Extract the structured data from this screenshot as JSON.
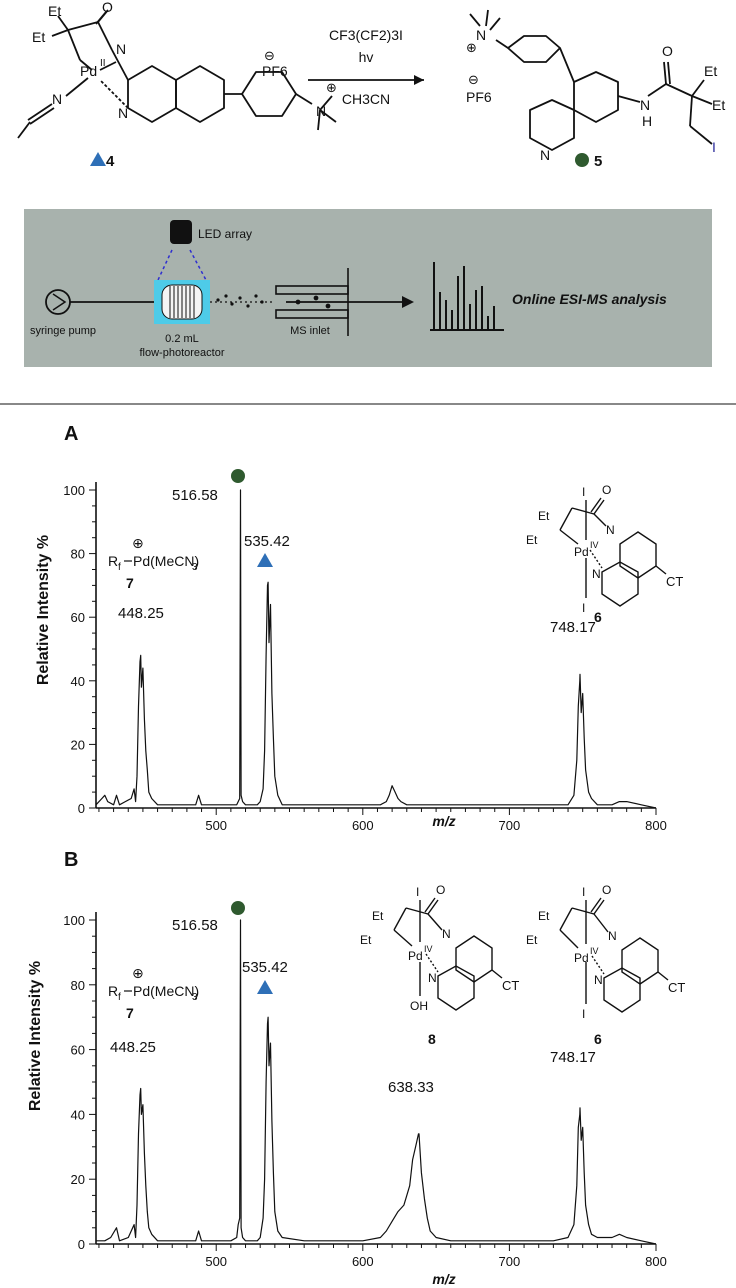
{
  "scheme": {
    "reagent_line1": "CF3(CF2)3I",
    "reagent_line2": "hv",
    "reagent_line3": "CH3CN",
    "reactant_label": "4",
    "product_label": "5",
    "reactant_counterion": "PF6",
    "product_counterion": "PF6",
    "triangle_color": "#2e6fb7",
    "circle_color": "#2f5a2f"
  },
  "setup": {
    "background_color": "#a8b2ad",
    "led_label": "LED array",
    "pump_label": "syringe pump",
    "reactor_label_line1": "0.2 mL",
    "reactor_label_line2": "flow-photoreactor",
    "ms_label": "MS inlet",
    "analysis_label": "Online ESI-MS analysis"
  },
  "chart_data": [
    {
      "type": "line",
      "panel": "A",
      "xlabel": "m/z",
      "ylabel": "Relative Intensity %",
      "xlim": [
        418,
        800
      ],
      "ylim": [
        0,
        100
      ],
      "x_ticks": [
        500,
        600,
        700,
        800
      ],
      "y_ticks": [
        0,
        20,
        40,
        60,
        80,
        100
      ],
      "series": [
        {
          "points": [
            [
              418,
              1
            ],
            [
              422,
              3
            ],
            [
              424,
              4
            ],
            [
              426,
              2
            ],
            [
              430,
              1
            ],
            [
              432,
              4
            ],
            [
              434,
              1
            ],
            [
              438,
              2
            ],
            [
              442,
              3
            ],
            [
              444,
              6
            ],
            [
              445,
              2
            ],
            [
              446,
              10
            ],
            [
              447,
              32
            ],
            [
              448,
              46
            ],
            [
              448.5,
              48
            ],
            [
              449,
              38
            ],
            [
              450,
              44
            ],
            [
              451,
              28
            ],
            [
              452,
              18
            ],
            [
              453,
              12
            ],
            [
              454,
              5
            ],
            [
              456,
              3
            ],
            [
              460,
              1
            ],
            [
              470,
              1
            ],
            [
              480,
              1
            ],
            [
              486,
              1
            ],
            [
              488,
              4
            ],
            [
              490,
              1
            ],
            [
              500,
              1
            ],
            [
              510,
              1
            ],
            [
              514,
              1
            ],
            [
              515,
              2
            ],
            [
              516,
              3
            ],
            [
              516.58,
              100
            ],
            [
              517,
              4
            ],
            [
              518,
              2
            ],
            [
              520,
              1
            ],
            [
              528,
              1
            ],
            [
              530,
              2
            ],
            [
              532,
              6
            ],
            [
              533,
              18
            ],
            [
              534,
              48
            ],
            [
              535,
              70
            ],
            [
              535.42,
              71
            ],
            [
              536,
              52
            ],
            [
              537,
              64
            ],
            [
              538,
              36
            ],
            [
              539,
              22
            ],
            [
              540,
              10
            ],
            [
              542,
              4
            ],
            [
              545,
              1
            ],
            [
              560,
              1
            ],
            [
              580,
              1
            ],
            [
              600,
              1
            ],
            [
              612,
              1
            ],
            [
              616,
              2
            ],
            [
              618,
              4
            ],
            [
              620,
              7
            ],
            [
              622,
              5
            ],
            [
              624,
              3
            ],
            [
              626,
              2
            ],
            [
              630,
              1
            ],
            [
              650,
              1
            ],
            [
              700,
              1
            ],
            [
              730,
              1
            ],
            [
              740,
              1
            ],
            [
              744,
              4
            ],
            [
              746,
              15
            ],
            [
              747,
              32
            ],
            [
              748,
              40
            ],
            [
              748.17,
              42
            ],
            [
              749,
              30
            ],
            [
              750,
              36
            ],
            [
              751,
              22
            ],
            [
              752,
              12
            ],
            [
              754,
              5
            ],
            [
              756,
              3
            ],
            [
              760,
              1
            ],
            [
              770,
              1
            ],
            [
              775,
              2
            ],
            [
              780,
              2
            ],
            [
              790,
              1
            ],
            [
              800,
              0
            ]
          ]
        }
      ],
      "peak_labels": [
        "448.25",
        "516.58",
        "535.42",
        "748.17"
      ],
      "annotations": {
        "rf_prefix": "R",
        "rf_sub": "f",
        "pd_complex": "Pd(MeCN)",
        "pd_sub": "3",
        "label7": "7",
        "label6": "6",
        "ct": "CT",
        "et1": "Et",
        "et2": "Et",
        "pd_ox": "IV"
      }
    },
    {
      "type": "line",
      "panel": "B",
      "xlabel": "m/z",
      "ylabel": "Relative Intensity %",
      "xlim": [
        418,
        800
      ],
      "ylim": [
        0,
        100
      ],
      "x_ticks": [
        500,
        600,
        700,
        800
      ],
      "y_ticks": [
        0,
        20,
        40,
        60,
        80,
        100
      ],
      "series": [
        {
          "points": [
            [
              418,
              1
            ],
            [
              424,
              1
            ],
            [
              428,
              2
            ],
            [
              432,
              5
            ],
            [
              434,
              1
            ],
            [
              440,
              2
            ],
            [
              444,
              6
            ],
            [
              445,
              2
            ],
            [
              446,
              12
            ],
            [
              447,
              34
            ],
            [
              448,
              46
            ],
            [
              448.5,
              48
            ],
            [
              449,
              40
            ],
            [
              450,
              43
            ],
            [
              451,
              28
            ],
            [
              452,
              18
            ],
            [
              453,
              10
            ],
            [
              454,
              5
            ],
            [
              456,
              3
            ],
            [
              460,
              1
            ],
            [
              470,
              1
            ],
            [
              480,
              1
            ],
            [
              486,
              1
            ],
            [
              488,
              4
            ],
            [
              490,
              1
            ],
            [
              500,
              1
            ],
            [
              510,
              1
            ],
            [
              514,
              2
            ],
            [
              515,
              6
            ],
            [
              516,
              8
            ],
            [
              516.58,
              100
            ],
            [
              517,
              5
            ],
            [
              518,
              2
            ],
            [
              520,
              1
            ],
            [
              528,
              1
            ],
            [
              530,
              2
            ],
            [
              532,
              8
            ],
            [
              533,
              20
            ],
            [
              534,
              50
            ],
            [
              535,
              68
            ],
            [
              535.42,
              70
            ],
            [
              536,
              55
            ],
            [
              537,
              62
            ],
            [
              538,
              38
            ],
            [
              539,
              22
            ],
            [
              540,
              10
            ],
            [
              542,
              4
            ],
            [
              545,
              2
            ],
            [
              560,
              1
            ],
            [
              580,
              1
            ],
            [
              600,
              1
            ],
            [
              612,
              2
            ],
            [
              616,
              4
            ],
            [
              620,
              7
            ],
            [
              624,
              10
            ],
            [
              628,
              12
            ],
            [
              630,
              15
            ],
            [
              632,
              18
            ],
            [
              634,
              26
            ],
            [
              636,
              30
            ],
            [
              638,
              34
            ],
            [
              638.33,
              34
            ],
            [
              640,
              22
            ],
            [
              642,
              14
            ],
            [
              644,
              8
            ],
            [
              646,
              4
            ],
            [
              650,
              2
            ],
            [
              660,
              1
            ],
            [
              700,
              1
            ],
            [
              730,
              1
            ],
            [
              740,
              2
            ],
            [
              744,
              6
            ],
            [
              746,
              18
            ],
            [
              747,
              36
            ],
            [
              748,
              40
            ],
            [
              748.17,
              42
            ],
            [
              749,
              32
            ],
            [
              750,
              36
            ],
            [
              751,
              22
            ],
            [
              752,
              12
            ],
            [
              754,
              6
            ],
            [
              756,
              3
            ],
            [
              760,
              2
            ],
            [
              770,
              2
            ],
            [
              775,
              3
            ],
            [
              780,
              2
            ],
            [
              790,
              1
            ],
            [
              800,
              0
            ]
          ]
        }
      ],
      "peak_labels": [
        "448.25",
        "516.58",
        "535.42",
        "638.33",
        "748.17"
      ],
      "annotations": {
        "rf_prefix": "R",
        "rf_sub": "f",
        "pd_complex": "Pd(MeCN)",
        "pd_sub": "3",
        "label7": "7",
        "label8": "8",
        "label6": "6",
        "ct": "CT",
        "et1": "Et",
        "et2": "Et",
        "pd_ox": "IV",
        "oh": "OH"
      }
    }
  ]
}
